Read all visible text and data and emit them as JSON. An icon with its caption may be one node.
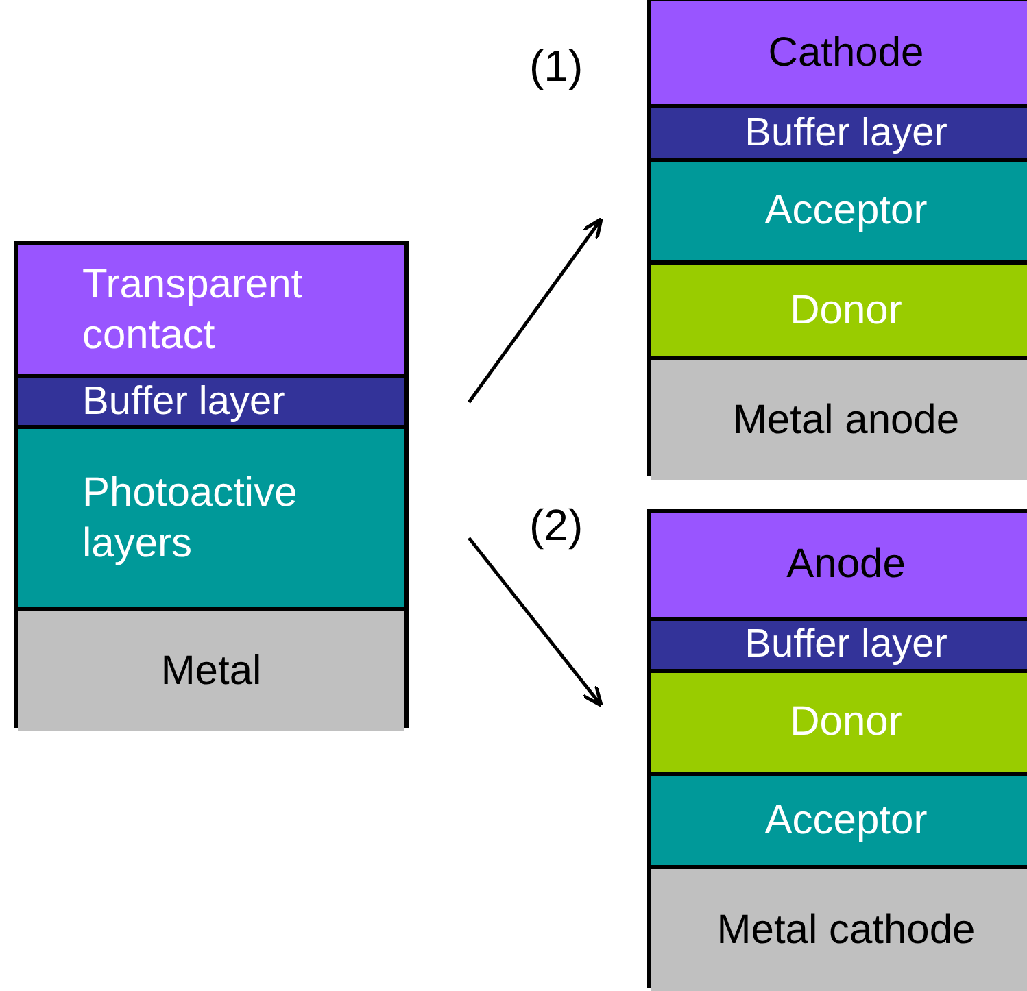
{
  "diagram": {
    "nodes": [
      {
        "text": [],
        "shape": "box"
      },
      {
        "text": [
          "Transparent contact"
        ],
        "in": 0
      },
      {
        "text": [
          "Buffer layer"
        ],
        "in": 0
      },
      {
        "text": [
          "Photoactive layers"
        ],
        "in": 0
      },
      {
        "text": [
          "Metal"
        ],
        "in": 0
      },
      {
        "text": [],
        "shape": "box"
      },
      {
        "text": [
          "Cathode"
        ],
        "in": 5
      },
      {
        "text": [
          "Buffer layer"
        ],
        "in": 5
      },
      {
        "text": [
          "Acceptor"
        ],
        "in": 5
      },
      {
        "text": [
          "Donor"
        ],
        "in": 5
      },
      {
        "text": [
          "Metal anode"
        ],
        "in": 5
      },
      {
        "text": [],
        "shape": "box"
      },
      {
        "text": [
          "Anode"
        ],
        "in": 11
      },
      {
        "text": [
          "Buffer layer"
        ],
        "in": 11
      },
      {
        "text": [
          "Donor"
        ],
        "in": 11
      },
      {
        "text": [
          "Acceptor"
        ],
        "in": 11
      },
      {
        "text": [
          "Metal cathode"
        ],
        "in": 11
      }
    ],
    "edges": [
      {
        "from": 0,
        "to": 5,
        "arrow": "to"
      },
      {
        "from": 0,
        "to": 11,
        "arrow": "to"
      }
    ],
    "labels": [
      "(1)",
      "(2)"
    ]
  }
}
